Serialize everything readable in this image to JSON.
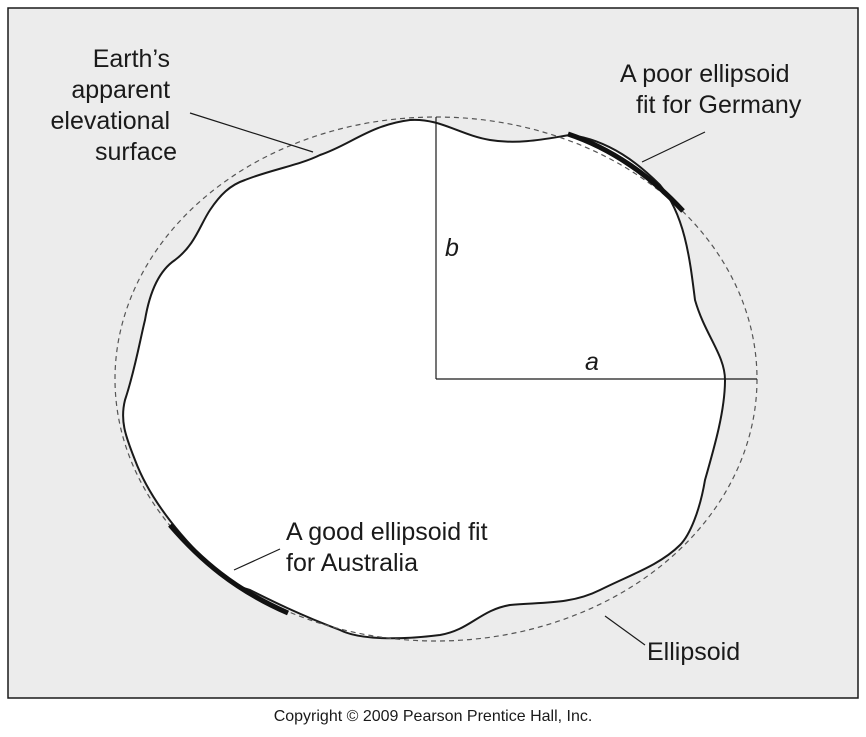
{
  "labels": {
    "earth_surface": [
      "Earth’s",
      "apparent",
      "elevational",
      "surface"
    ],
    "germany": [
      "A poor ellipsoid",
      "fit for Germany"
    ],
    "australia": [
      "A good ellipsoid fit",
      "for Australia"
    ],
    "ellipsoid": "Ellipsoid",
    "semi_minor_axis": "b",
    "semi_major_axis": "a"
  },
  "copyright": "Copyright © 2009 Pearson Prentice Hall, Inc.",
  "colors": {
    "panel_background": "#ececec",
    "shape_fill": "#ffffff",
    "stroke": "#1a1a1a"
  }
}
